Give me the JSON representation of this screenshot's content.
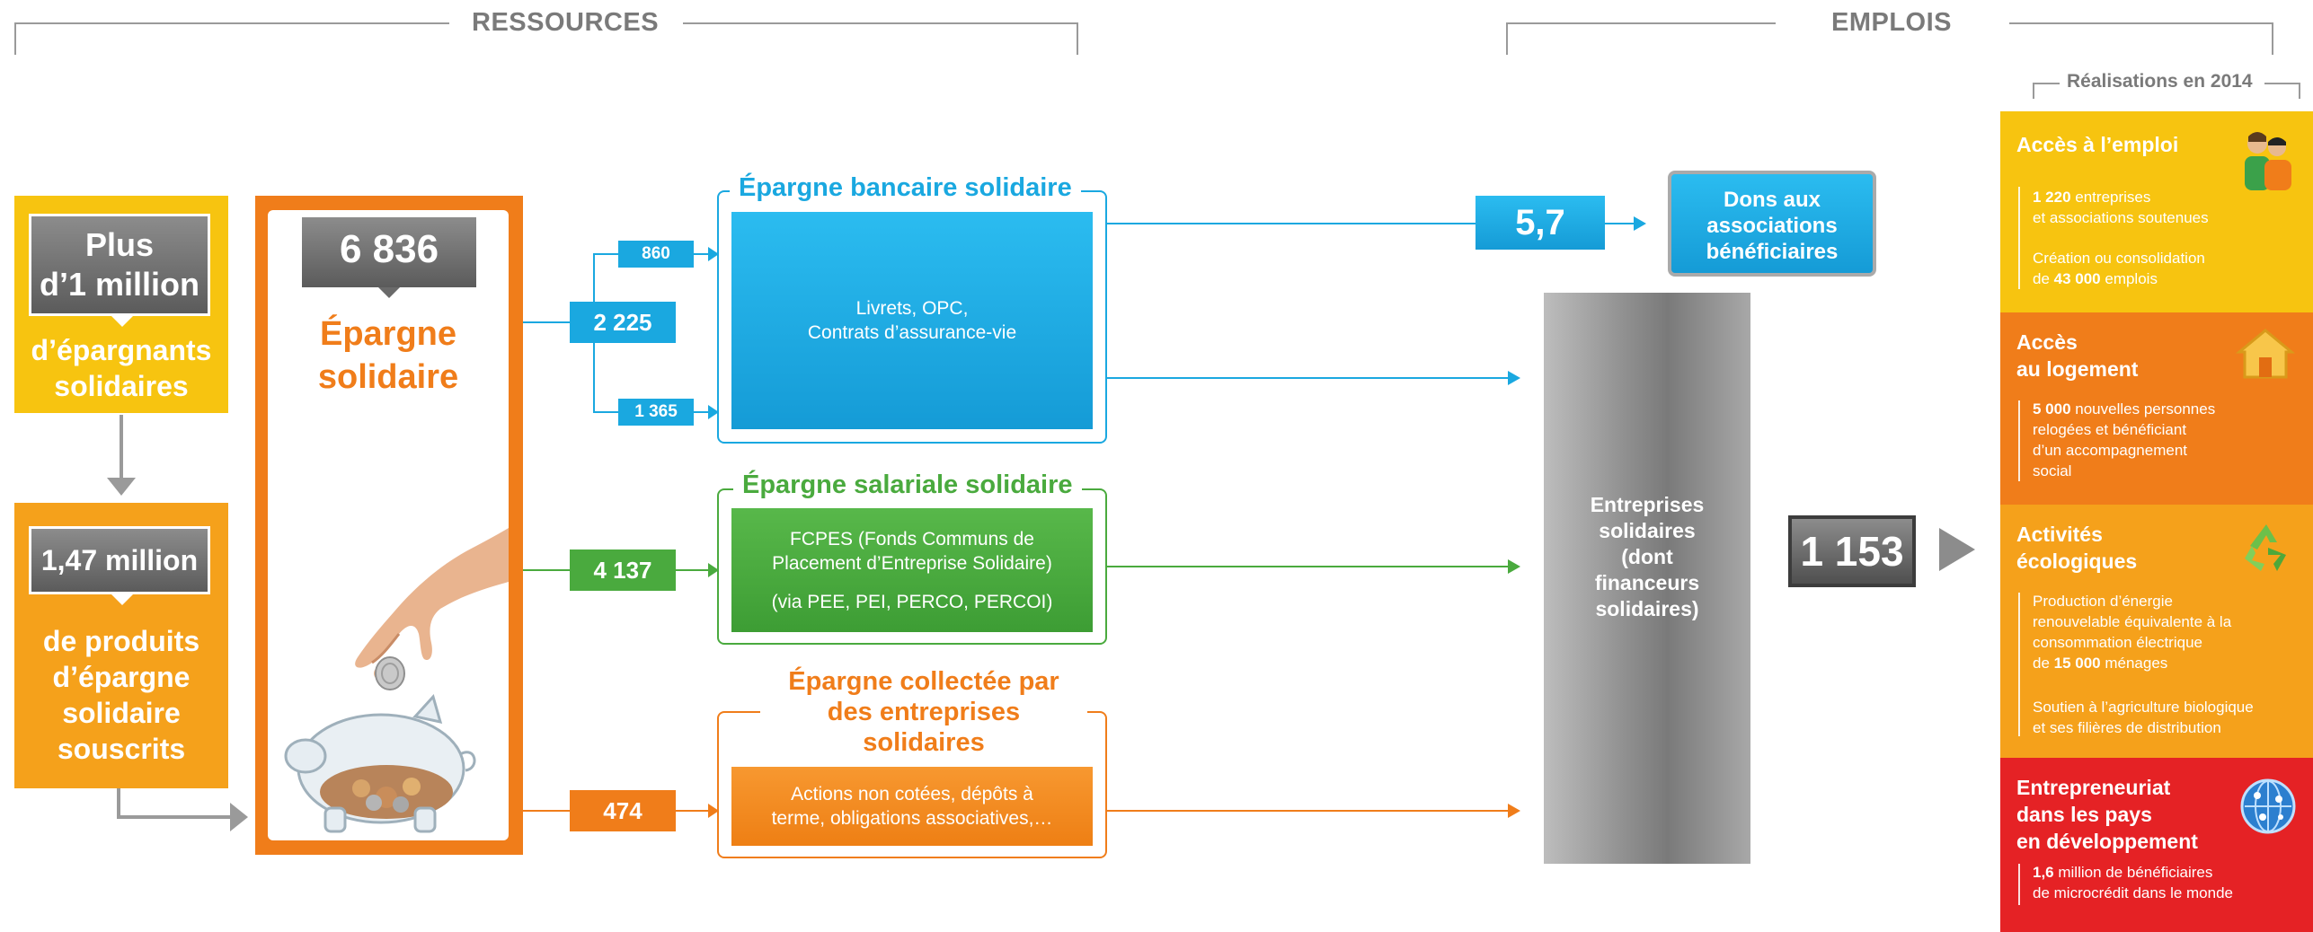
{
  "headers": {
    "ressources": "RESSOURCES",
    "emplois": "EMPLOIS",
    "realisations": "Réalisations en 2014"
  },
  "left": {
    "box1_tag": "Plus\nd’1 million",
    "box1_text": "d’épargnants\nsolidaires",
    "box2_tag": "1,47 million",
    "box2_text": "de produits\nd’épargne\nsolidaire\nsouscrits",
    "total_tag": "6 836",
    "total_label": "Épargne\nsolidaire"
  },
  "flows": {
    "bank_total": "2 225",
    "bank_top": "860",
    "bank_bottom": "1 365",
    "salary": "4 137",
    "collected": "474",
    "dons_value": "5,7",
    "final_value": "1 153"
  },
  "panels": {
    "bank_title": "Épargne bancaire solidaire",
    "bank_content": "Livrets, OPC,\nContrats d’assurance-vie",
    "salary_title": "Épargne salariale solidaire",
    "salary_content_1": "FCPES (Fonds Communs de\nPlacement d’Entreprise Solidaire)",
    "salary_content_2": "(via PEE, PEI, PERCO, PERCOI)",
    "collected_title": "Épargne collectée par\ndes entreprises\nsolidaires",
    "collected_content": "Actions non cotées, dépôts à\nterme, obligations associatives,…"
  },
  "targets": {
    "dons": "Dons aux\nassociations\nbénéficiaires",
    "entreprises": "Entreprises\nsolidaires\n(dont\nfinanceurs\nsolidaires)"
  },
  "side": {
    "emploi_title": "Accès à l’emploi",
    "emploi_num1": "1 220",
    "emploi_t1": " entreprises\net associations soutenues",
    "emploi_t2": "Création ou consolidation\nde ",
    "emploi_num2": "43 000",
    "emploi_t3": " emplois",
    "logement_title": "Accès\nau logement",
    "logement_num": "5 000",
    "logement_t": " nouvelles personnes\nrelogées et bénéficiant\nd’un accompagnement\nsocial",
    "eco_title": "Activités\nécologiques",
    "eco_t1": "Production d’énergie\nrenouvelable équivalente à la\nconsommation électrique\nde ",
    "eco_num": "15 000",
    "eco_t2": " ménages",
    "eco_t3": "Soutien à l’agriculture biologique\net ses filières de distribution",
    "dev_title": "Entrepreneuriat\ndans les pays\nen développement",
    "dev_num": "1,6",
    "dev_t": " million de bénéficiaires\nde microcrédit dans le monde"
  },
  "colors": {
    "blue": "#1aa8e0",
    "green": "#4aaa3e",
    "orange": "#f07d1a",
    "yellow": "#f7c410",
    "grey": "#8a8a8a"
  },
  "icons": [
    "people-icon",
    "house-icon",
    "recycle-icon",
    "globe-icon",
    "hand-icon",
    "piggy-bank-icon"
  ]
}
